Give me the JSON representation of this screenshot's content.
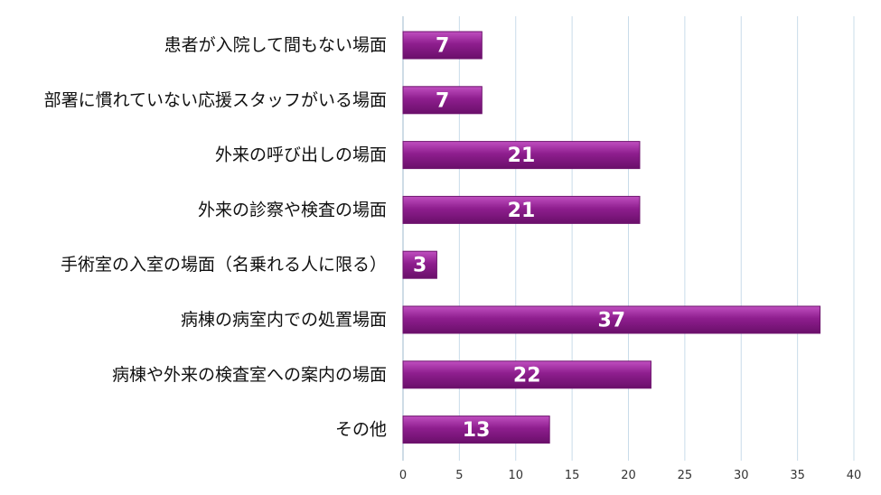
{
  "chart_data": {
    "type": "bar",
    "orientation": "horizontal",
    "categories": [
      "患者が入院して間もない場面",
      "部署に慣れていない応援スタッフがいる場面",
      "外来の呼び出しの場面",
      "外来の診察や検査の場面",
      "手術室の入室の場面（名乗れる人に限る）",
      "病棟の病室内での処置場面",
      "病棟や外来の検査室への案内の場面",
      "その他"
    ],
    "values": [
      7,
      7,
      21,
      21,
      3,
      37,
      22,
      13
    ],
    "xlim": [
      0,
      40
    ],
    "xticks": [
      0,
      5,
      10,
      15,
      20,
      25,
      30,
      35,
      40
    ],
    "grid": true,
    "legend": "none",
    "colors": {
      "bar_top": "#c04fc0",
      "bar_mid": "#8e1e8e",
      "bar_bottom": "#6a0f6a",
      "bar_stroke": "#6e146e",
      "grid": "#c9dcea",
      "axis": "#9fb8cc"
    }
  }
}
